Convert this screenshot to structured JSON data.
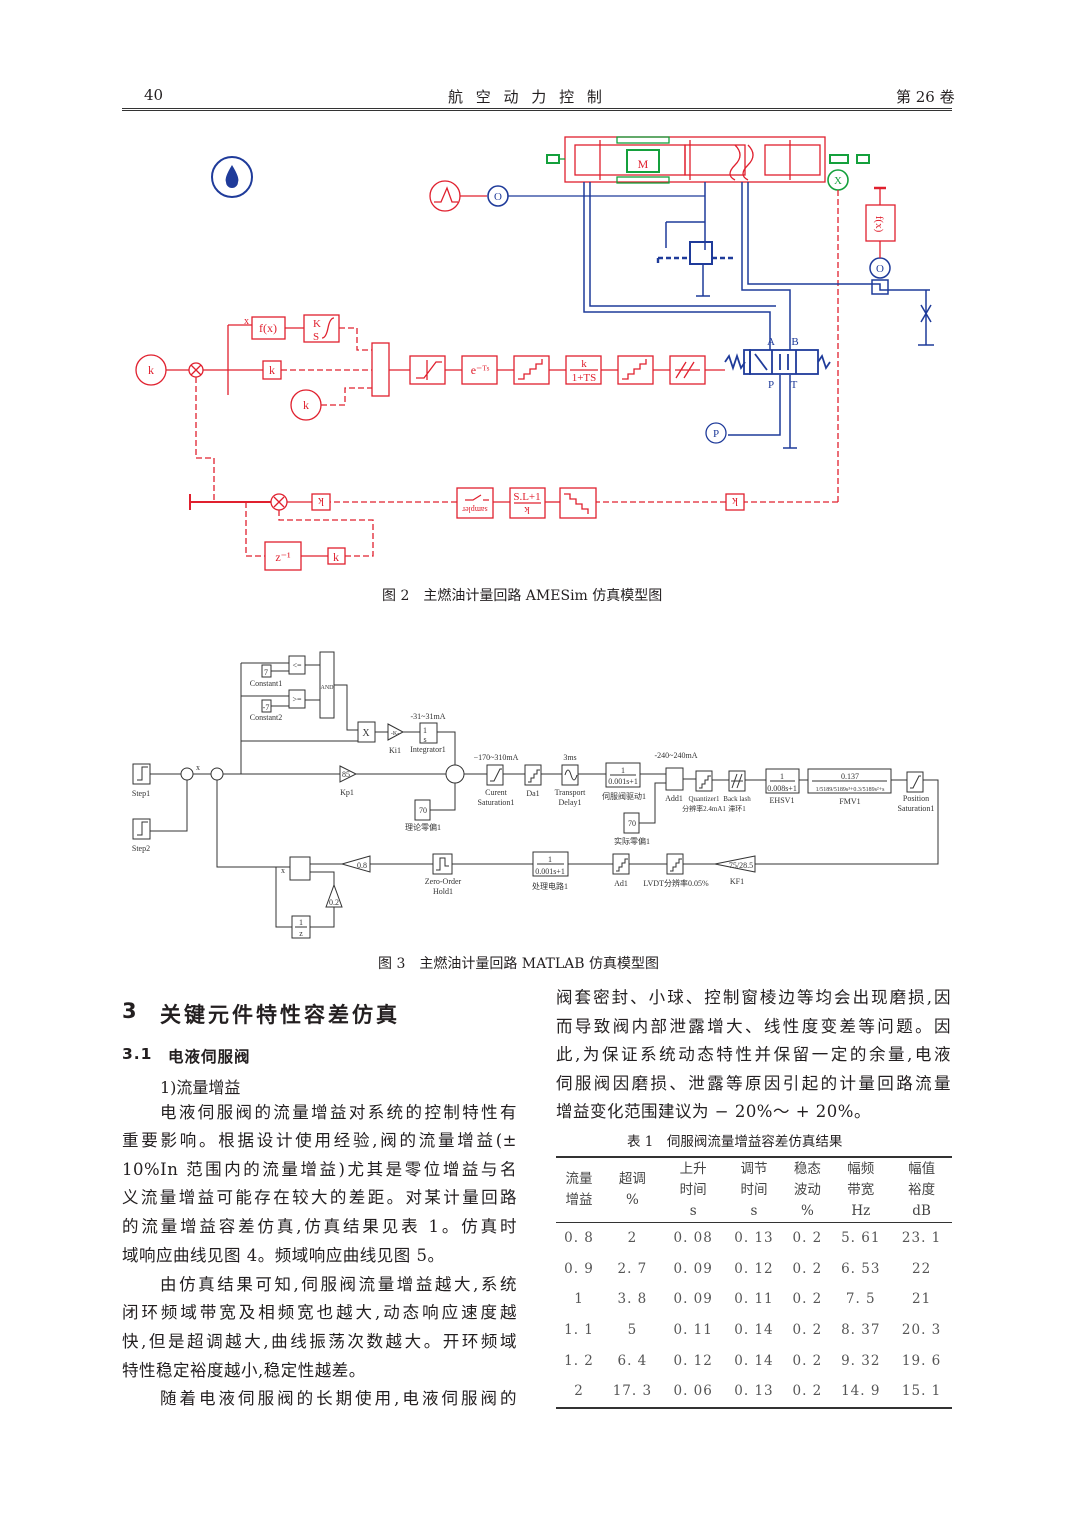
{
  "header": {
    "page_number": "40",
    "journal": "航 空 动 力 控 制",
    "volume": "第 26 卷"
  },
  "figure2": {
    "caption": "图 2　主燃油计量回路 AMESim 仿真模型图",
    "labels": {
      "k_source": "k",
      "k_gain1": "k",
      "fx": "f(x)",
      "ks_top": "K",
      "ks_bottom": "S",
      "x_label": "x",
      "k_source2": "k",
      "delay": "e⁻ᵀˢ",
      "lag_top": "k",
      "lag_bottom": "1+TS",
      "port_a": "A",
      "port_b": "B",
      "port_p": "P",
      "port_t": "T",
      "pressure_source": "P",
      "o_left": "O",
      "o_right": "O",
      "x_sensor": "X",
      "fx_right": "f(x)",
      "motor": "M",
      "sampler": "sampler",
      "sl_top": "S.L+1",
      "sl_bottom": "k",
      "k_bottom1": "k",
      "k_bottom2": "k",
      "k_feedback": "k",
      "zinv": "z⁻¹"
    }
  },
  "figure3": {
    "caption": "图 3　主燃油计量回路 MATLAB 仿真模型图",
    "labels": {
      "step1": "Step1",
      "step2": "Step2",
      "const1_val": "7",
      "const1": "Constant1",
      "const2_val": "-7",
      "const2": "Constant2",
      "le": "<=",
      "ge": ">=",
      "and": "AND",
      "mult": "X",
      "ki_val": "-K-",
      "ki": "Ki1",
      "int_top": "1",
      "int_bottom": "s",
      "integrator": "Integrator1",
      "int_range": "-31~31mA",
      "kp_val": "85",
      "kp": "Kp1",
      "zero1_val": "70",
      "zero1": "理论零偏1",
      "cur_range": "−170~310mA",
      "cur1": "Curent",
      "cur2": "Saturation1",
      "da": "Da1",
      "td_range": "3ms",
      "td1": "Transport",
      "td2": "Delay1",
      "drv_num": "1",
      "drv_den": "0.001s+1",
      "drv": "伺服阀驱动1",
      "add_range": "-240~240mA",
      "add": "Add1",
      "zero2_val": "70",
      "zero2": "实际零偏1",
      "quant1": "Quantizer1",
      "quant2": "分辨率2.4mA1",
      "bl1": "Back lash",
      "bl2": "滞环1",
      "ehsv_num": "1",
      "ehsv_den": "0.008s+1",
      "ehsv": "EHSV1",
      "fmv_num": "0.137",
      "fmv_den": "1/5189/5189s³+0.3/5189s²+s",
      "fmv": "FMV1",
      "pos1": "Position",
      "pos2": "Saturation1",
      "kf_val": "75/28.5",
      "kf": "KF1",
      "lvdt": "LVDT分辨率0.05%",
      "ad": "Ad1",
      "proc_num": "1",
      "proc_den": "0.001s+1",
      "proc": "处理电路1",
      "zoh1": "Zero-Order",
      "zoh2": "Hold1",
      "g08": "0.8",
      "g02": "0.2",
      "zinv_num": "1",
      "zinv_den": "z",
      "x1": "x",
      "x2": "x"
    }
  },
  "left": {
    "section_number": "3",
    "section_title": "关键元件特性容差仿真",
    "subsection_number": "3.1",
    "subsection_title": "电液伺服阀",
    "item": "1)流量增益",
    "lines": [
      "电液伺服阀的流量增益对系统的控制特性有",
      "重要影响。根据设计使用经验,阀的流量增益(±",
      "10%In 范围内的流量增益)尤其是零位增益与名",
      "义流量增益可能存在较大的差距。对某计量回路",
      "的流量增益容差仿真,仿真结果见表 1。仿真时",
      "域响应曲线见图 4。频域响应曲线见图 5。",
      "由仿真结果可知,伺服阀流量增益越大,系统",
      "闭环频域带宽及相频宽也越大,动态响应速度越",
      "快,但是超调越大,曲线振荡次数越大。开环频域",
      "特性稳定裕度越小,稳定性越差。",
      "随着电液伺服阀的长期使用,电液伺服阀的"
    ]
  },
  "right": {
    "lines": [
      "阀套密封、小球、控制窗棱边等均会出现磨损,因",
      "而导致阀内部泄露增大、线性度变差等问题。因",
      "此,为保证系统动态特性并保留一定的余量,电液",
      "伺服阀因磨损、泄露等原因引起的计量回路流量",
      "增益变化范围建议为 − 20%～ + 20%。"
    ]
  },
  "table1": {
    "caption": "表 1　伺服阀流量增益容差仿真结果",
    "headers": [
      [
        "流量",
        "增益",
        ""
      ],
      [
        "超调",
        "%",
        ""
      ],
      [
        "上升",
        "时间",
        "s"
      ],
      [
        "调节",
        "时间",
        "s"
      ],
      [
        "稳态",
        "波动",
        "%"
      ],
      [
        "幅频",
        "带宽",
        "Hz"
      ],
      [
        "幅值",
        "裕度",
        "dB"
      ]
    ],
    "rows": [
      [
        "0. 8",
        "2",
        "0. 08",
        "0. 13",
        "0. 2",
        "5. 61",
        "23. 1"
      ],
      [
        "0. 9",
        "2. 7",
        "0. 09",
        "0. 12",
        "0. 2",
        "6. 53",
        "22"
      ],
      [
        "1",
        "3. 8",
        "0. 09",
        "0. 11",
        "0. 2",
        "7. 5",
        "21"
      ],
      [
        "1. 1",
        "5",
        "0. 11",
        "0. 14",
        "0. 2",
        "8. 37",
        "20. 3"
      ],
      [
        "1. 2",
        "6. 4",
        "0. 12",
        "0. 14",
        "0. 2",
        "9. 32",
        "19. 6"
      ],
      [
        "2",
        "17. 3",
        "0. 06",
        "0. 13",
        "0. 2",
        "14. 9",
        "15. 1"
      ]
    ]
  },
  "colors": {
    "signal": "#e0202e",
    "hydraulic": "#1f3b9a",
    "mechanical": "#14a03c",
    "text": "#231f20"
  }
}
